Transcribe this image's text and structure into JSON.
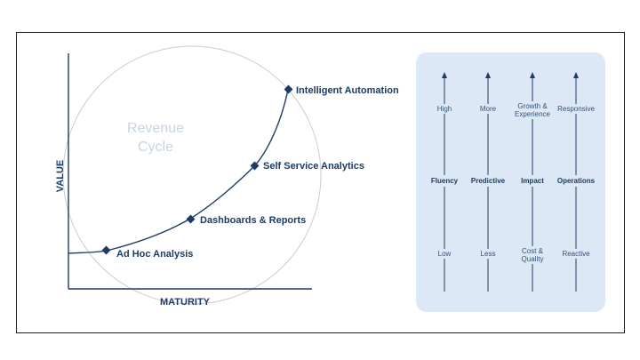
{
  "chart_data": {
    "type": "line",
    "xlabel": "MATURITY",
    "ylabel": "VALUE",
    "watermark_lines": [
      "Revenue",
      "Cycle"
    ],
    "points": [
      {
        "label": "Ad Hoc Analysis",
        "maturity": 1,
        "value": 1
      },
      {
        "label": "Dashboards & Reports",
        "maturity": 2,
        "value": 2
      },
      {
        "label": "Self Service Analytics",
        "maturity": 3,
        "value": 3
      },
      {
        "label": "Intelligent Automation",
        "maturity": 4,
        "value": 4
      }
    ]
  },
  "panel": {
    "columns": [
      {
        "top_lines": [
          "High"
        ],
        "mid": "Fluency",
        "bottom_lines": [
          "Low"
        ]
      },
      {
        "top_lines": [
          "More"
        ],
        "mid": "Predictive",
        "bottom_lines": [
          "Less"
        ]
      },
      {
        "top_lines": [
          "Growth &",
          "Experience"
        ],
        "mid": "Impact",
        "bottom_lines": [
          "Cost &",
          "Quality"
        ]
      },
      {
        "top_lines": [
          "Responsive"
        ],
        "mid": "Operations",
        "bottom_lines": [
          "Reactive"
        ]
      }
    ]
  },
  "colors": {
    "accent": "#1d3b63",
    "panel_bg": "#dde8f6",
    "circle": "#cccccc"
  }
}
